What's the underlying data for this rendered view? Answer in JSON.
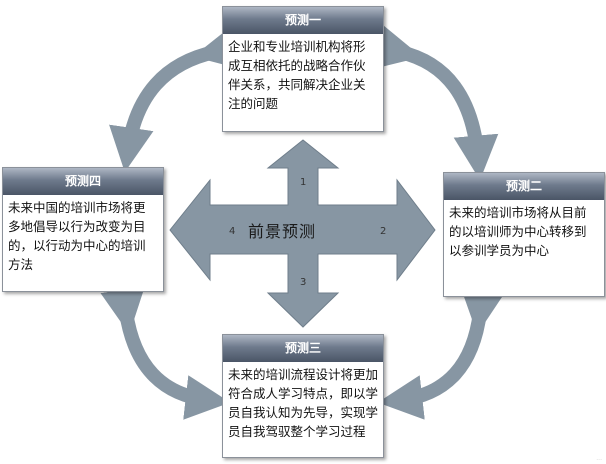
{
  "center_title": "前景预测",
  "direction_numbers": [
    "1",
    "2",
    "3",
    "4"
  ],
  "colors": {
    "arrow": "#8796a3",
    "header_dark": "#4a5566"
  },
  "predictions": [
    {
      "title": "预测一",
      "text": "企业和专业培训机构将形\n成互相依托的战略合作伙\n伴关系，共同解决企业关\n注的问题"
    },
    {
      "title": "预测二",
      "text": "未来的培训市场将从目前\n的以培训师为中心转移到\n以参训学员为中心"
    },
    {
      "title": "预测三",
      "text": "未来的培训流程设计将更加\n符合成人学习特点，即以学\n员自我认知为先导，实现学\n员自我驾驭整个学习过程"
    },
    {
      "title": "预测四",
      "text": "未来中国的培训市场将更\n多地倡导以行为改变为目\n的，以行动为中心的培训\n方法"
    }
  ],
  "watermark": "..."
}
